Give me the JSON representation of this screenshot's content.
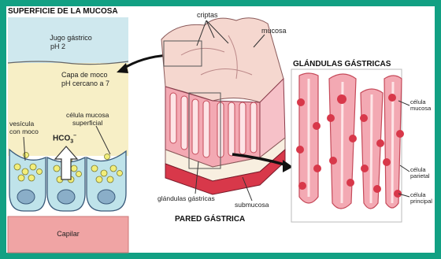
{
  "mucosa_surface": {
    "title": "SUPERFICIE DE LA MUCOSA",
    "gastric_juice": [
      "Jugo gástrico",
      "pH 2"
    ],
    "mucus_layer": [
      "Capa de moco",
      "pH cercano a 7"
    ],
    "vesicle": [
      "vesícula",
      "con moco"
    ],
    "surface_cell": [
      "célula mucosa",
      "superficial"
    ],
    "bicarbonate": "HCO",
    "bicarbonate_sub": "3",
    "bicarbonate_sup": "–",
    "capillary": "Capilar"
  },
  "wall": {
    "crypts": "criptas",
    "mucosa": "mucosa",
    "glands": "glándulas gástricas",
    "submucosa": "submucosa",
    "title": "PARED GÁSTRICA"
  },
  "glands_panel": {
    "title": "GLÁNDULAS GÁSTRICAS",
    "mucous_cell": [
      "célula",
      "mucosa"
    ],
    "parietal_cell": [
      "célula",
      "parietal"
    ],
    "principal_cell": [
      "célula",
      "principal"
    ]
  },
  "colors": {
    "background": "#12a083",
    "juice": "#cfe8ee",
    "mucus": "#f7efc6",
    "cell": "#bfe3ea",
    "nucleus": "#8aaec8",
    "vesicle": "#f2ee7a",
    "capillary": "#f0a4a4",
    "tissue_pink": "#f3a9b3",
    "tissue_red": "#d8384a"
  }
}
